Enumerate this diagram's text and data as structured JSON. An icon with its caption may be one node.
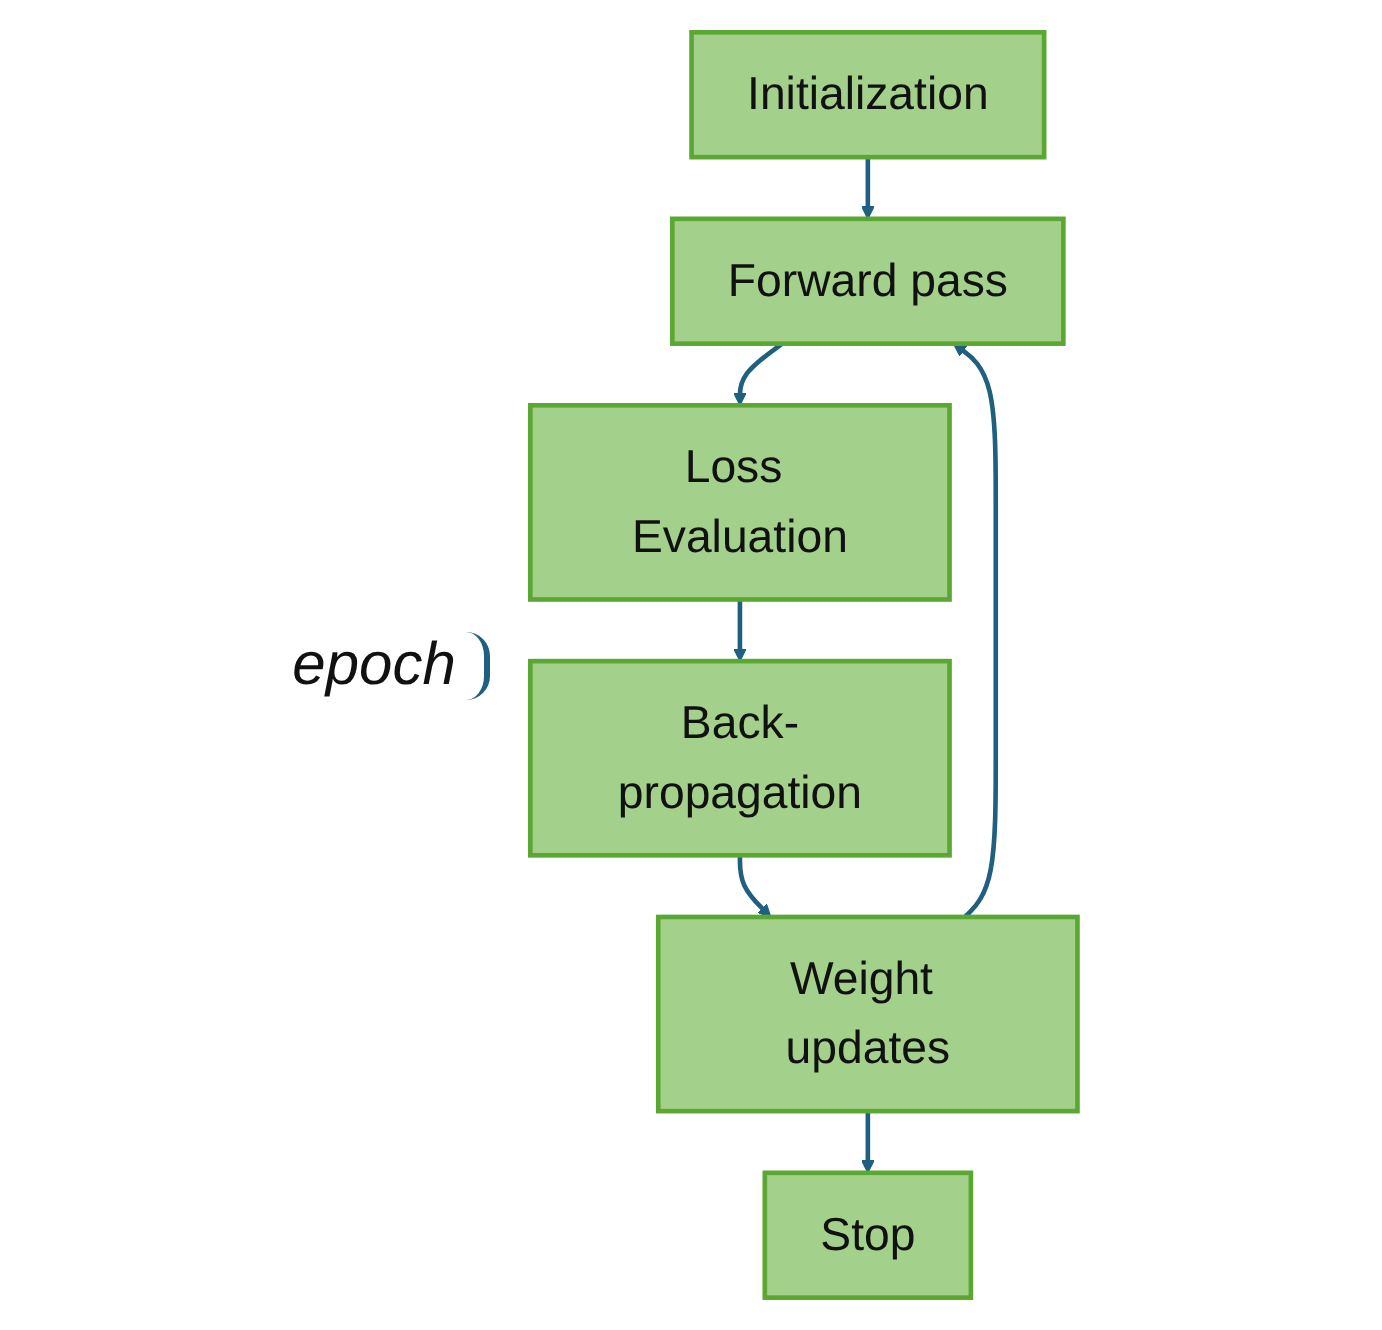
{
  "diagram": {
    "nodes": [
      {
        "text": [
          "Initialization"
        ]
      },
      {
        "text": [
          "Forward pass"
        ]
      },
      {
        "text": [
          "Loss Evaluation"
        ]
      },
      {
        "text": [
          "Back-propagation"
        ]
      },
      {
        "text": [
          "Weight updates"
        ]
      },
      {
        "text": [
          "Stop"
        ]
      }
    ],
    "edges": [
      {
        "from": 0,
        "to": 1,
        "arrow": "to"
      },
      {
        "from": 1,
        "to": 2,
        "arrow": "to"
      },
      {
        "from": 2,
        "to": 3,
        "arrow": "to"
      },
      {
        "from": 3,
        "to": 4,
        "arrow": "to"
      },
      {
        "from": 4,
        "to": 1,
        "arrow": "to"
      },
      {
        "from": 4,
        "to": 5,
        "arrow": "to"
      }
    ],
    "labels": [
      "epoch"
    ]
  }
}
